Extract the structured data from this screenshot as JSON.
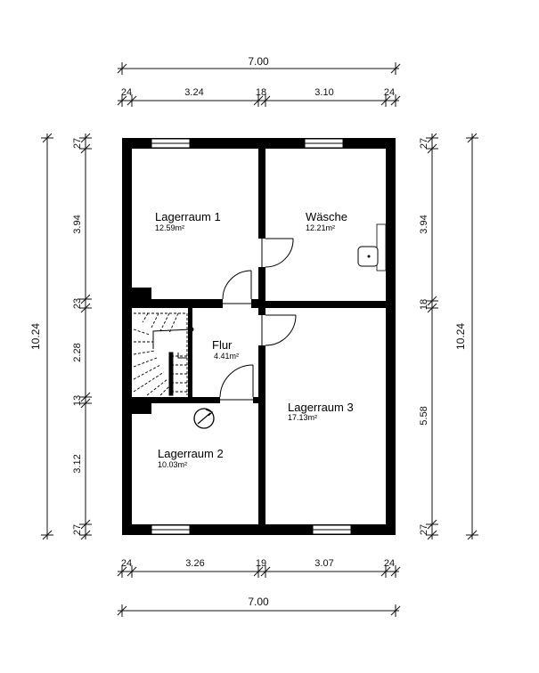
{
  "floorplan": {
    "rooms": [
      {
        "name": "Lagerraum 1",
        "area": "12.59m²"
      },
      {
        "name": "Wäsche",
        "area": "12.21m²"
      },
      {
        "name": "Flur",
        "area": "4.41m²"
      },
      {
        "name": "Lagerraum 3",
        "area": "17.13m²"
      },
      {
        "name": "Lagerraum 2",
        "area": "10.03m²"
      }
    ],
    "dimensions": {
      "top_total": "7.00",
      "top_parts": [
        "24",
        "3.24",
        "18",
        "3.10",
        "24"
      ],
      "bottom_parts": [
        "24",
        "3.26",
        "19",
        "3.07",
        "24"
      ],
      "bottom_total": "7.00",
      "left_parts": [
        "27",
        "3.94",
        "23",
        "2.28",
        "13",
        "3.12",
        "27"
      ],
      "left_total": "10.24",
      "right_parts": [
        "27",
        "3.94",
        "18",
        "5.58",
        "27"
      ],
      "right_total": "10.24"
    }
  }
}
